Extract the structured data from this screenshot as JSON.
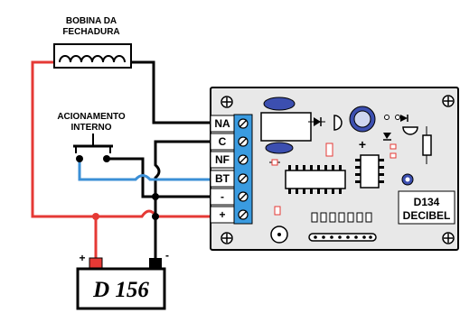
{
  "coil": {
    "label_line1": "BOBINA DA",
    "label_line2": "FECHADURA"
  },
  "switch": {
    "label_line1": "ACIONAMENTO",
    "label_line2": "INTERNO"
  },
  "terminals": [
    {
      "name": "na",
      "label": "NA"
    },
    {
      "name": "c",
      "label": "C"
    },
    {
      "name": "nf",
      "label": "NF"
    },
    {
      "name": "bt",
      "label": "BT"
    },
    {
      "name": "minus",
      "label": "-"
    },
    {
      "name": "plus",
      "label": "+"
    }
  ],
  "board": {
    "model_line1": "D134",
    "model_line2": "DECIBEL"
  },
  "supply": {
    "label": "D 156",
    "plus_sign": "+",
    "minus_sign": "-"
  },
  "colors": {
    "positive_wire": "#e53935",
    "negative_wire": "#000000",
    "switch_wire": "#3b8fd6",
    "board": "#e8e8e8",
    "terminal_block": "#3a9be0",
    "relay": "#3c4fb0"
  }
}
